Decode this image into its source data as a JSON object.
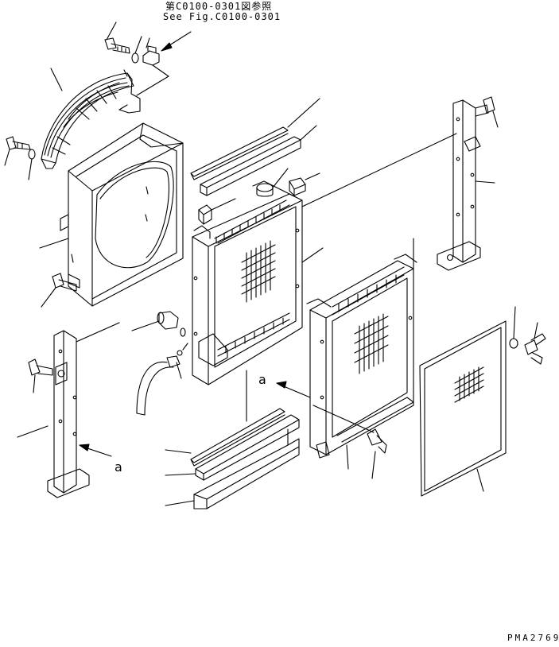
{
  "header": {
    "ref_jp": "第C0100-0301図参照",
    "ref_en": "See Fig.C0100-0301"
  },
  "callouts": {
    "view_a_left": "a",
    "view_a_right": "a"
  },
  "footer": {
    "drawing_number": "PMA2769"
  },
  "colors": {
    "ink": "#000000",
    "paper": "#ffffff"
  }
}
